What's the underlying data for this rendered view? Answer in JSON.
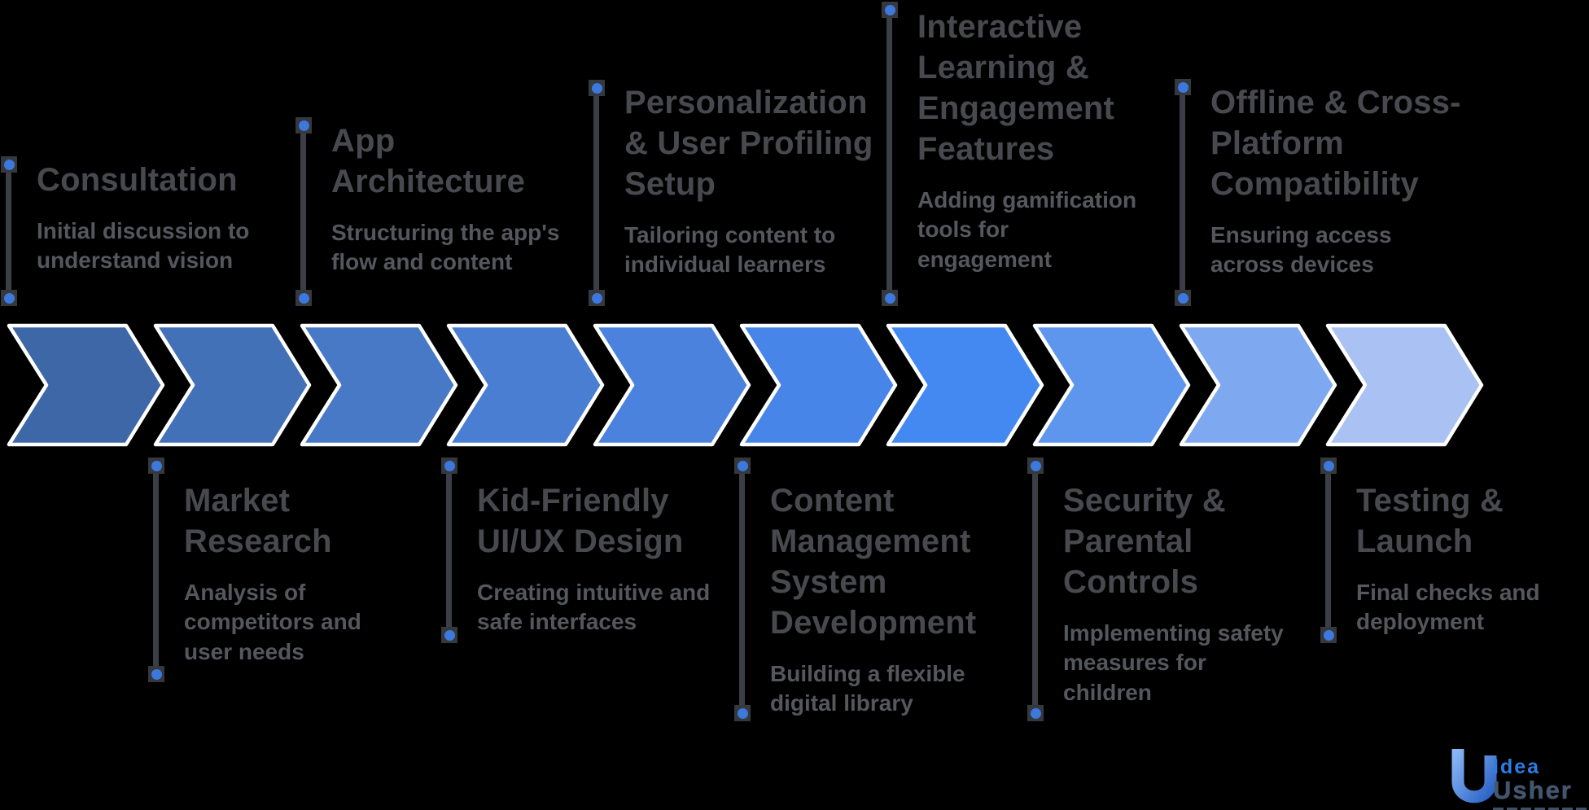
{
  "background_color": "#000000",
  "timeline": {
    "line_color": "#3b3e44",
    "dot_color": "#3d78dd",
    "title_color": "#47494e",
    "subtitle_color": "#54575c",
    "chevron_colors": [
      "#3e67a8",
      "#4371b8",
      "#4779c6",
      "#497ed3",
      "#4a82dd",
      "#4885e8",
      "#4489f2",
      "#5e96ee",
      "#7ea8ef",
      "#a9c2f3"
    ],
    "top_items": [
      {
        "title": "Consultation",
        "subtitle": "Initial discussion to understand vision"
      },
      {
        "title": "App Architecture",
        "subtitle": "Structuring the app's flow and content"
      },
      {
        "title": "Personalization & User Profiling Setup",
        "subtitle": "Tailoring content to individual learners"
      },
      {
        "title": "Interactive Learning & Engagement Features",
        "subtitle": "Adding gamification tools for engagement"
      },
      {
        "title": "Offline & Cross-Platform Compatibility",
        "subtitle": "Ensuring access across devices"
      }
    ],
    "bottom_items": [
      {
        "title": "Market Research",
        "subtitle": "Analysis of competitors and user needs"
      },
      {
        "title": "Kid-Friendly UI/UX Design",
        "subtitle": "Creating intuitive and safe interfaces"
      },
      {
        "title": "Content Management System Development",
        "subtitle": "Building a flexible digital library"
      },
      {
        "title": "Security & Parental Controls",
        "subtitle": "Implementing safety measures for children"
      },
      {
        "title": "Testing & Launch",
        "subtitle": "Final checks and deployment"
      }
    ]
  },
  "logo": {
    "brand_top": "Idea",
    "brand_bottom": "Usher",
    "accent_color": "#2d7ce2",
    "slate_color": "#44566e"
  }
}
